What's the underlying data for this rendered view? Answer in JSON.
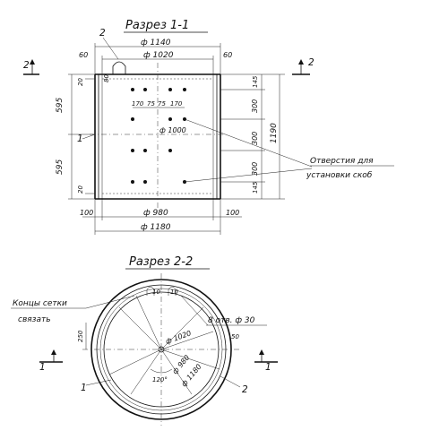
{
  "section_1": {
    "title": "Разрез 1-1",
    "marker_left": "2",
    "marker_right": "2",
    "leader_2": "2",
    "leader_1": "1",
    "dims": {
      "d1140": "ф 1140",
      "d1020": "ф 1020",
      "d1000": "ф 1000",
      "d980": "ф 980",
      "d1180": "ф 1180",
      "top_left_60": "60",
      "top_right_60": "60",
      "h80": "80",
      "left_20_top": "20",
      "left_20_bottom": "20",
      "left_595_top": "595",
      "left_595_bottom": "595",
      "bottom_100_left": "100",
      "bottom_100_right": "100",
      "right_145_top": "145",
      "right_300_a": "300",
      "right_300_b": "300",
      "right_300_c": "300",
      "right_145_bottom": "145",
      "right_1190": "1190",
      "h170a": "170",
      "h75": "75",
      "h75b": "75",
      "h170b": "170"
    },
    "note_line1": "Отверстия для",
    "note_line2": "установки скоб"
  },
  "section_2": {
    "title": "Разрез 2-2",
    "note_line1": "Концы сетки",
    "note_line2": "связать",
    "marker_left": "1",
    "marker_right": "1",
    "leader_1": "1",
    "leader_2": "2",
    "holes_note": "8 отв. ф 30",
    "dims": {
      "d1020": "ф 1020",
      "d980": "ф 980",
      "d1180": "ф 1180",
      "r50": "50",
      "h250": "250",
      "angle": "120°",
      "tick10a": "10",
      "tick10b": "10"
    }
  }
}
